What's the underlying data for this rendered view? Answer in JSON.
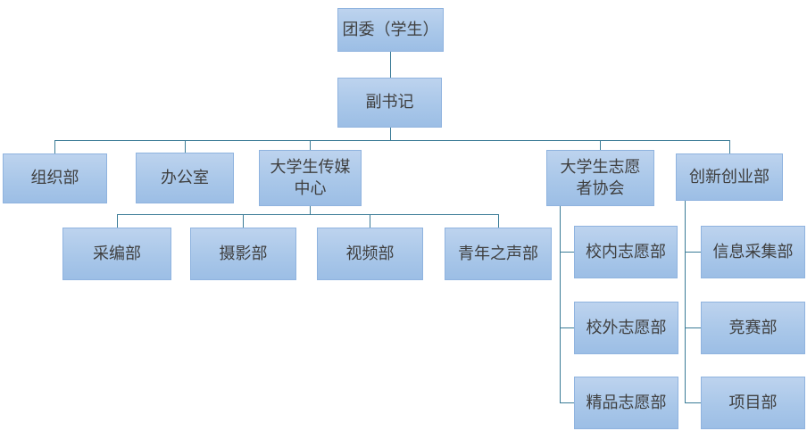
{
  "diagram": {
    "type": "org-chart",
    "language": "zh-CN",
    "colors": {
      "box_fill_top": "#bdd3ee",
      "box_fill_bottom": "#9cbee5",
      "box_border": "#8fb3df",
      "connector": "#3a7b96",
      "text": "#3f3f3f",
      "background": "#ffffff"
    }
  },
  "nodes": {
    "committee": {
      "label": "团委（学生）"
    },
    "deputy": {
      "label": "副书记"
    },
    "org": {
      "label": "组织部"
    },
    "office": {
      "label": "办公室"
    },
    "media": {
      "label": "大学生传媒\n中心"
    },
    "volunteer": {
      "label": "大学生志愿\n者协会"
    },
    "innovation": {
      "label": "创新创业部"
    },
    "editorial": {
      "label": "采编部"
    },
    "photo": {
      "label": "摄影部"
    },
    "video": {
      "label": "视频部"
    },
    "youthvoice": {
      "label": "青年之声部"
    },
    "oncampus": {
      "label": "校内志愿部"
    },
    "offcampus": {
      "label": "校外志愿部"
    },
    "premium": {
      "label": "精品志愿部"
    },
    "infocollect": {
      "label": "信息采集部"
    },
    "competition": {
      "label": "竞赛部"
    },
    "project": {
      "label": "项目部"
    }
  },
  "hierarchy": {
    "root": "committee",
    "edges": [
      [
        "committee",
        "deputy"
      ],
      [
        "deputy",
        "org"
      ],
      [
        "deputy",
        "office"
      ],
      [
        "deputy",
        "media"
      ],
      [
        "deputy",
        "volunteer"
      ],
      [
        "deputy",
        "innovation"
      ],
      [
        "media",
        "editorial"
      ],
      [
        "media",
        "photo"
      ],
      [
        "media",
        "video"
      ],
      [
        "media",
        "youthvoice"
      ],
      [
        "volunteer",
        "oncampus"
      ],
      [
        "volunteer",
        "offcampus"
      ],
      [
        "volunteer",
        "premium"
      ],
      [
        "innovation",
        "infocollect"
      ],
      [
        "innovation",
        "competition"
      ],
      [
        "innovation",
        "project"
      ]
    ]
  }
}
